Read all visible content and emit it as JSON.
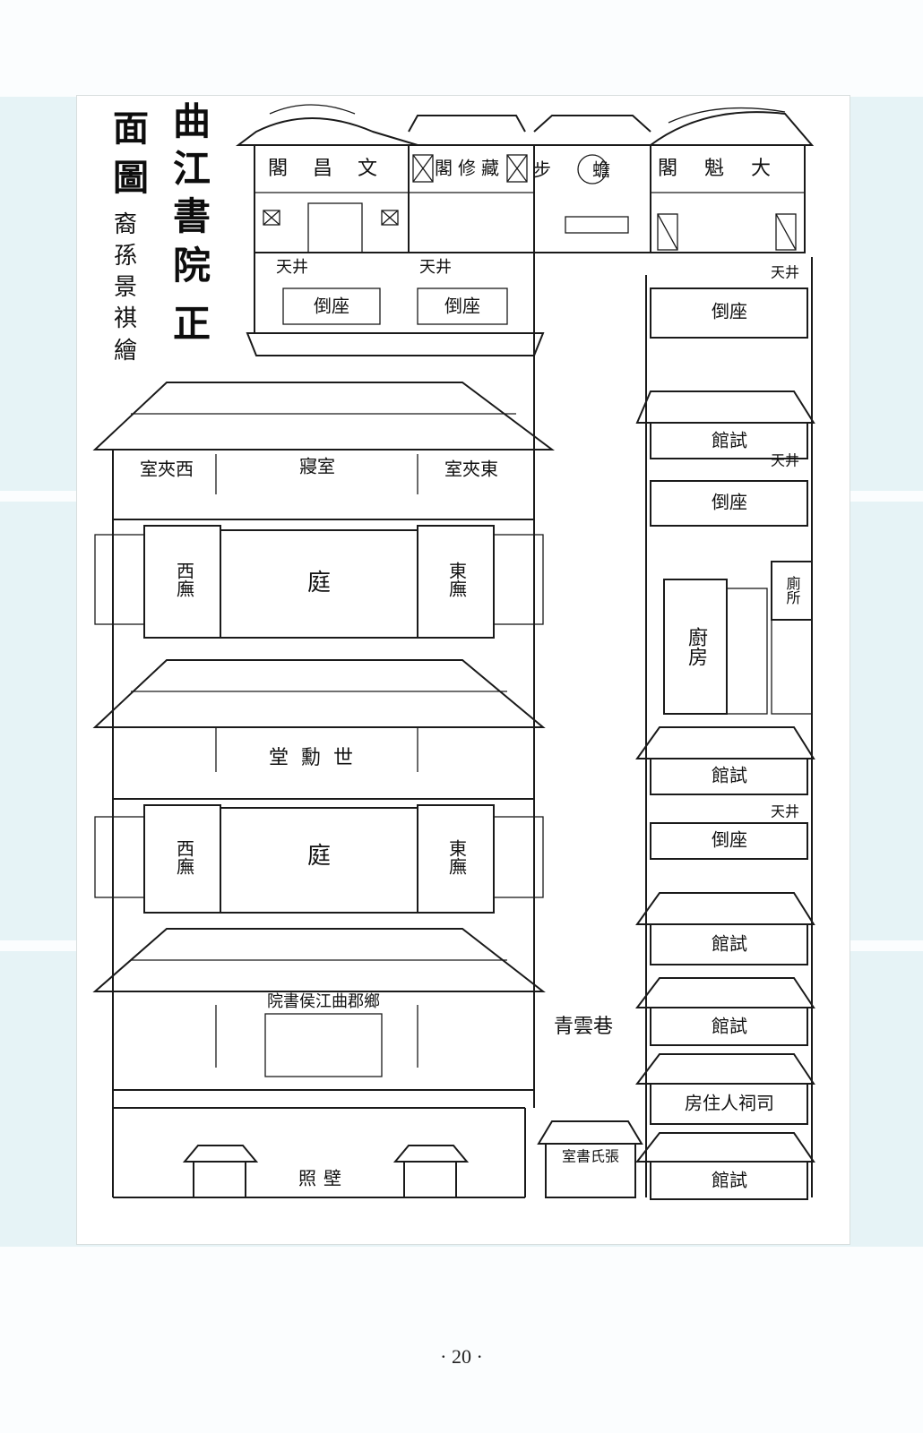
{
  "title_main": [
    "曲",
    "江",
    "書",
    "院",
    "正"
  ],
  "title_sub": [
    "面",
    "圖"
  ],
  "author": [
    "裔",
    "孫",
    "景",
    "祺",
    "繪"
  ],
  "labels": {
    "wenchang_ge": "閣昌文",
    "cangxiu_ge": "閣修藏",
    "bu_chan": "步蟾",
    "kuixing_ge": "閣魁大",
    "tianjing": "天井",
    "dao_zuo": "倒座",
    "west_side_room": "室夾西",
    "dorm": "寢室",
    "east_side_room": "室夾東",
    "courtyard": "庭",
    "west_wing": "西廡",
    "east_wing": "東廡",
    "shixun_tang": "堂勳世",
    "academy_hall": "院書侯江曲郡鄉",
    "screen_wall": "照壁",
    "qingyun_lane": "青雲巷",
    "zhang_study": "室書氏張",
    "shiguan": "館試",
    "kitchen": "廚房",
    "toilet": "廁所",
    "caretaker_room": "房住人祠司"
  },
  "page_number": "· 20 ·"
}
